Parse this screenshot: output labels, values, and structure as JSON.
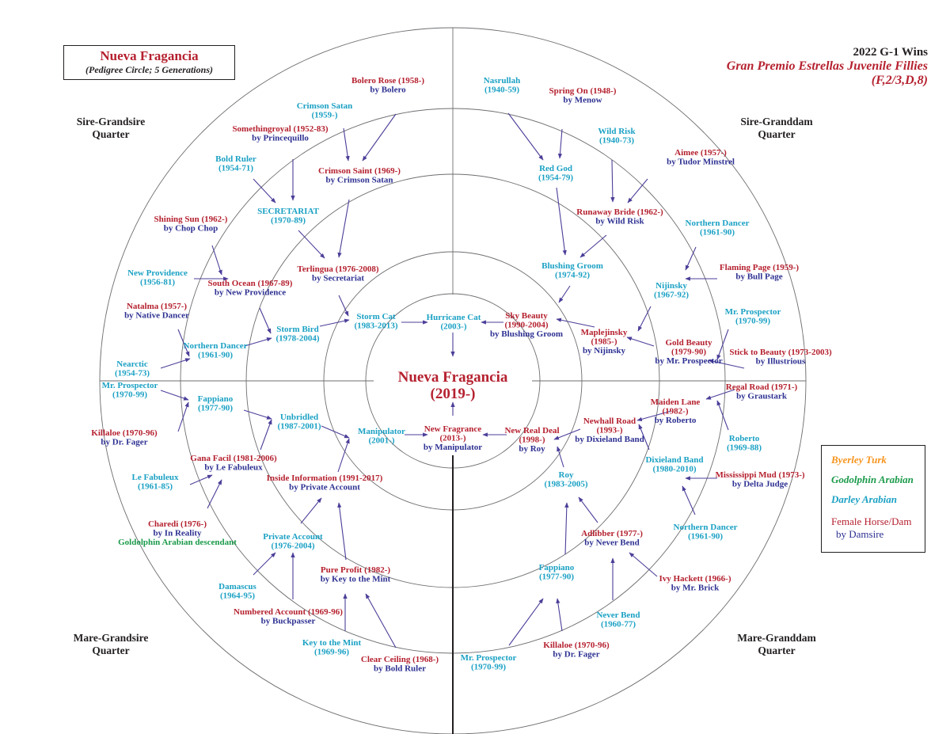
{
  "title_box": {
    "name": "Nueva Fragancia",
    "subtitle": "(Pedigree Circle; 5 Generations)"
  },
  "race": {
    "line1": "2022 G-1 Wins",
    "line2": "Gran Premio Estrellas Juvenile Fillies",
    "line3": "(F,2/3,D,8)"
  },
  "quarters": {
    "sire_grandsire": [
      "Sire-Grandsire",
      "Quarter"
    ],
    "sire_granddam": [
      "Sire-Granddam",
      "Quarter"
    ],
    "mare_grandsire": [
      "Mare-Grandsire",
      "Quarter"
    ],
    "mare_granddam": [
      "Mare-Granddam",
      "Quarter"
    ]
  },
  "center": {
    "name": "Nueva Fragancia",
    "years": "(2019-)"
  },
  "legend": {
    "byerley": "Byerley Turk",
    "godolphin": "Godolphin Arabian",
    "darley": "Darley Arabian",
    "female": "Female Horse/Dam",
    "damsire": "by Damsire"
  },
  "colors": {
    "dam": "#b5212f",
    "damsire": "#2e3192",
    "darley": "#1ba1c4",
    "godolphin": "#1a9a4a",
    "byerley": "#f7941d"
  },
  "nodes": [
    {
      "kind": "dam",
      "lines": [
        "Bolero Rose (1958-)",
        "by Bolero"
      ]
    },
    {
      "kind": "sire",
      "lines": [
        "Nasrullah",
        "(1940-59)"
      ]
    },
    {
      "kind": "dam",
      "lines": [
        "Spring On (1948-)",
        "by Menow"
      ]
    },
    {
      "kind": "sire",
      "lines": [
        "Crimson Satan",
        "(1959-)"
      ]
    },
    {
      "kind": "dam",
      "lines": [
        "Somethingroyal (1952-83)",
        "by Princequillo"
      ]
    },
    {
      "kind": "sire",
      "lines": [
        "Wild Risk",
        "(1940-73)"
      ]
    },
    {
      "kind": "dam",
      "lines": [
        "Aimee (1957-)",
        "by Tudor Minstrel"
      ]
    },
    {
      "kind": "sire",
      "lines": [
        "Bold Ruler",
        "(1954-71)"
      ]
    },
    {
      "kind": "dam",
      "lines": [
        "Crimson Saint (1969-)",
        "by Crimson Satan"
      ]
    },
    {
      "kind": "sire",
      "lines": [
        "Red God",
        "(1954-79)"
      ]
    },
    {
      "kind": "sire",
      "lines": [
        "SECRETARIAT",
        "(1970-89)"
      ]
    },
    {
      "kind": "dam",
      "lines": [
        "Runaway Bride (1962-)",
        "by Wild Risk"
      ]
    },
    {
      "kind": "sire",
      "lines": [
        "Northern Dancer",
        "(1961-90)"
      ]
    },
    {
      "kind": "dam",
      "lines": [
        "Shining Sun (1962-)",
        "by Chop Chop"
      ]
    },
    {
      "kind": "dam",
      "lines": [
        "Flaming Page (1959-)",
        "by Bull Page"
      ]
    },
    {
      "kind": "dam",
      "lines": [
        "Terlingua (1976-2008)",
        "by Secretariat"
      ]
    },
    {
      "kind": "sire",
      "lines": [
        "Blushing Groom",
        "(1974-92)"
      ]
    },
    {
      "kind": "sire",
      "lines": [
        "New Providence",
        "(1956-81)"
      ]
    },
    {
      "kind": "dam",
      "lines": [
        "South Ocean (1967-89)",
        "by New Providence"
      ]
    },
    {
      "kind": "sire",
      "lines": [
        "Nijinsky",
        "(1967-92)"
      ]
    },
    {
      "kind": "dam",
      "lines": [
        "Natalma (1957-)",
        "by Native Dancer"
      ]
    },
    {
      "kind": "sire",
      "lines": [
        "Mr. Prospector",
        "(1970-99)"
      ]
    },
    {
      "kind": "sire",
      "lines": [
        "Storm Cat",
        "(1983-2013)"
      ]
    },
    {
      "kind": "sire",
      "lines": [
        "Hurricane Cat",
        "(2003-)"
      ]
    },
    {
      "kind": "dam",
      "lines": [
        "Sky Beauty",
        "(1990-2004)",
        "by Blushing Groom"
      ]
    },
    {
      "kind": "sire",
      "lines": [
        "Storm Bird",
        "(1978-2004)"
      ]
    },
    {
      "kind": "dam",
      "lines": [
        "Maplejinsky",
        "(1985-)",
        "by Nijinsky"
      ]
    },
    {
      "kind": "dam",
      "lines": [
        "Gold Beauty",
        "(1979-90)",
        "by Mr. Prospector"
      ]
    },
    {
      "kind": "dam",
      "lines": [
        "Stick to Beauty (1973-2003)",
        "by Illustrious"
      ]
    },
    {
      "kind": "sire",
      "lines": [
        "Northern Dancer",
        "(1961-90)"
      ]
    },
    {
      "kind": "sire",
      "lines": [
        "Nearctic",
        "(1954-73)"
      ]
    },
    {
      "kind": "sire",
      "lines": [
        "Mr. Prospector",
        "(1970-99)"
      ]
    },
    {
      "kind": "dam",
      "lines": [
        "Regal Road (1971-)",
        "by Graustark"
      ]
    },
    {
      "kind": "sire",
      "lines": [
        "Fappiano",
        "(1977-90)"
      ]
    },
    {
      "kind": "dam",
      "lines": [
        "Maiden Lane",
        "(1982-)",
        "by Roberto"
      ]
    },
    {
      "kind": "sire",
      "lines": [
        "Unbridled",
        "(1987-2001)"
      ]
    },
    {
      "kind": "dam",
      "lines": [
        "Newhall Road",
        "(1993-)",
        "by Dixieland Band"
      ]
    },
    {
      "kind": "dam",
      "lines": [
        "Killaloe (1970-96)",
        "by Dr. Fager"
      ]
    },
    {
      "kind": "sire",
      "lines": [
        "Manipulator",
        "(2001-)"
      ]
    },
    {
      "kind": "dam",
      "lines": [
        "New Fragrance",
        "(2013-)",
        "by Manipulator"
      ]
    },
    {
      "kind": "dam",
      "lines": [
        "New Real Deal",
        "(1998-)",
        "by Roy"
      ]
    },
    {
      "kind": "sire",
      "lines": [
        "Roberto",
        "(1969-88)"
      ]
    },
    {
      "kind": "dam",
      "lines": [
        "Gana Facil (1981-2006)",
        "by Le Fabuleux"
      ]
    },
    {
      "kind": "sire",
      "lines": [
        "Dixieland Band",
        "(1980-2010)"
      ]
    },
    {
      "kind": "sire",
      "lines": [
        "Le Fabuleux",
        "(1961-85)"
      ]
    },
    {
      "kind": "sire",
      "lines": [
        "Roy",
        "(1983-2005)"
      ]
    },
    {
      "kind": "dam",
      "lines": [
        "Inside Information (1991-2017)",
        "by Private Account"
      ]
    },
    {
      "kind": "dam",
      "lines": [
        "Mississippi Mud (1973-)",
        "by Delta Judge"
      ]
    },
    {
      "kind": "dam",
      "lines": [
        "Charedi (1976-)",
        "by In Reality"
      ],
      "note": "Goldolphin Arabian descendant"
    },
    {
      "kind": "sire",
      "lines": [
        "Northern Dancer",
        "(1961-90)"
      ]
    },
    {
      "kind": "sire",
      "lines": [
        "Private Account",
        "(1976-2004)"
      ]
    },
    {
      "kind": "dam",
      "lines": [
        "Adlibber (1977-)",
        "by Never Bend"
      ]
    },
    {
      "kind": "sire",
      "lines": [
        "Fappiano",
        "(1977-90)"
      ]
    },
    {
      "kind": "dam",
      "lines": [
        "Ivy Hackett (1966-)",
        "by Mr. Brick"
      ]
    },
    {
      "kind": "dam",
      "lines": [
        "Pure Profit (1982-)",
        "by Key to the Mint"
      ]
    },
    {
      "kind": "sire",
      "lines": [
        "Damascus",
        "(1964-95)"
      ]
    },
    {
      "kind": "dam",
      "lines": [
        "Numbered Account (1969-96)",
        "by Buckpasser"
      ]
    },
    {
      "kind": "sire",
      "lines": [
        "Never Bend",
        "(1960-77)"
      ]
    },
    {
      "kind": "sire",
      "lines": [
        "Key to the Mint",
        "(1969-96)"
      ]
    },
    {
      "kind": "dam",
      "lines": [
        "Clear Ceiling (1968-)",
        "by Bold Ruler"
      ]
    },
    {
      "kind": "dam",
      "lines": [
        "Killaloe (1970-96)",
        "by Dr. Fager"
      ]
    },
    {
      "kind": "sire",
      "lines": [
        "Mr. Prospector",
        "(1970-99)"
      ]
    }
  ]
}
